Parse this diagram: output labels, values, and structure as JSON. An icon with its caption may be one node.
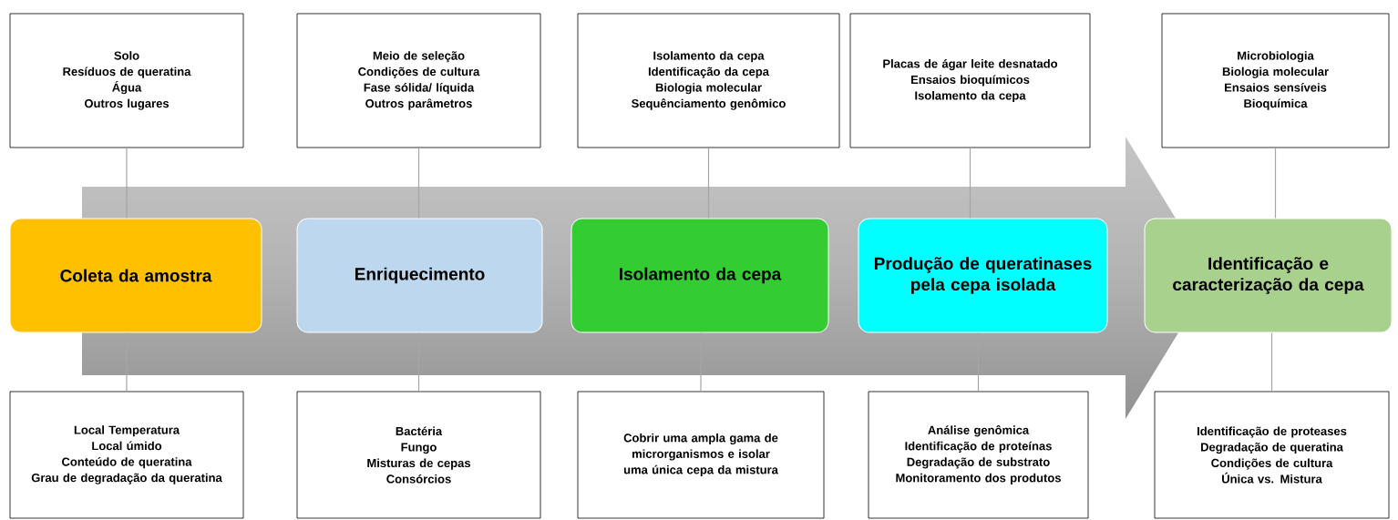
{
  "diagram": {
    "nodes": [
      {
        "text": [
          "Solo",
          "Resíduos de queratina",
          "Água",
          "Outros lugares"
        ]
      },
      {
        "text": [
          "Meio de seleção",
          "Condições de cultura",
          "Fase sólida/ líquida",
          "Outros parâmetros"
        ]
      },
      {
        "text": [
          "Isolamento da cepa",
          "Identificação da cepa",
          "Biologia molecular",
          "Sequênciamento genômico"
        ]
      },
      {
        "text": [
          "Placas de ágar leite desnatado",
          "Ensaios bioquímicos",
          "Isolamento da cepa"
        ]
      },
      {
        "text": [
          "Microbiologia",
          "Biologia molecular",
          "Ensaios sensíveis",
          "Bioquímica"
        ]
      },
      {
        "text": [
          "Coleta da amostra"
        ]
      },
      {
        "text": [
          "Enriquecimento"
        ]
      },
      {
        "text": [
          "Isolamento da cepa"
        ]
      },
      {
        "text": [
          "Produção de queratinases pela cepa isolada"
        ]
      },
      {
        "text": [
          "Identificação e caracterização da cepa"
        ]
      },
      {
        "text": [
          "Local Temperatura",
          "Local úmido",
          "Conteúdo de queratina",
          "Grau de degradação da queratina"
        ]
      },
      {
        "text": [
          "Bactéria",
          "Fungo",
          "Misturas de cepas",
          "Consórcios"
        ]
      },
      {
        "text": [
          "Cobrir uma ampla gama de microrganismos e isolar uma única cepa da mistura"
        ]
      },
      {
        "text": [
          "Análise genômica",
          "Identificação de proteínas",
          "Degradação de substrato",
          "Monitoramento dos produtos"
        ]
      },
      {
        "text": [
          "Identificação de proteases",
          "Degradação de queratina",
          "Condições de cultura",
          "Única vs. Mistura"
        ]
      }
    ],
    "edges": [
      {
        "from": 5,
        "to": 0,
        "arrow": "none"
      },
      {
        "from": 6,
        "to": 1,
        "arrow": "none"
      },
      {
        "from": 7,
        "to": 2,
        "arrow": "none"
      },
      {
        "from": 8,
        "to": 3,
        "arrow": "none"
      },
      {
        "from": 9,
        "to": 4,
        "arrow": "none"
      },
      {
        "from": 5,
        "to": 10,
        "arrow": "none"
      },
      {
        "from": 6,
        "to": 11,
        "arrow": "none"
      },
      {
        "from": 7,
        "to": 12,
        "arrow": "none"
      },
      {
        "from": 8,
        "to": 13,
        "arrow": "none"
      },
      {
        "from": 9,
        "to": 14,
        "arrow": "none"
      }
    ]
  }
}
